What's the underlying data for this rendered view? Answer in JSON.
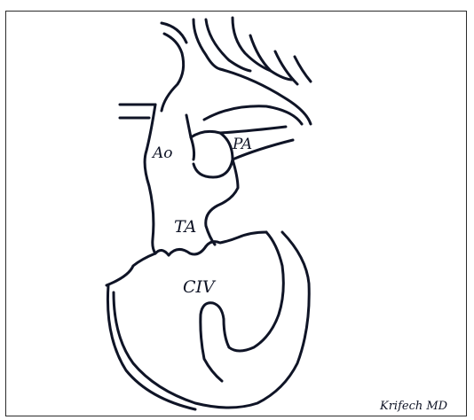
{
  "labels": {
    "aorta": "Ao",
    "pulmonary_artery": "PA",
    "truncus_arteriosus": "TA",
    "septal_defect": "CIV"
  },
  "signature": "Krifech MD",
  "colors": {
    "ink": "#0f1426",
    "background": "#ffffff",
    "frame_border": "#2b2b2b"
  }
}
